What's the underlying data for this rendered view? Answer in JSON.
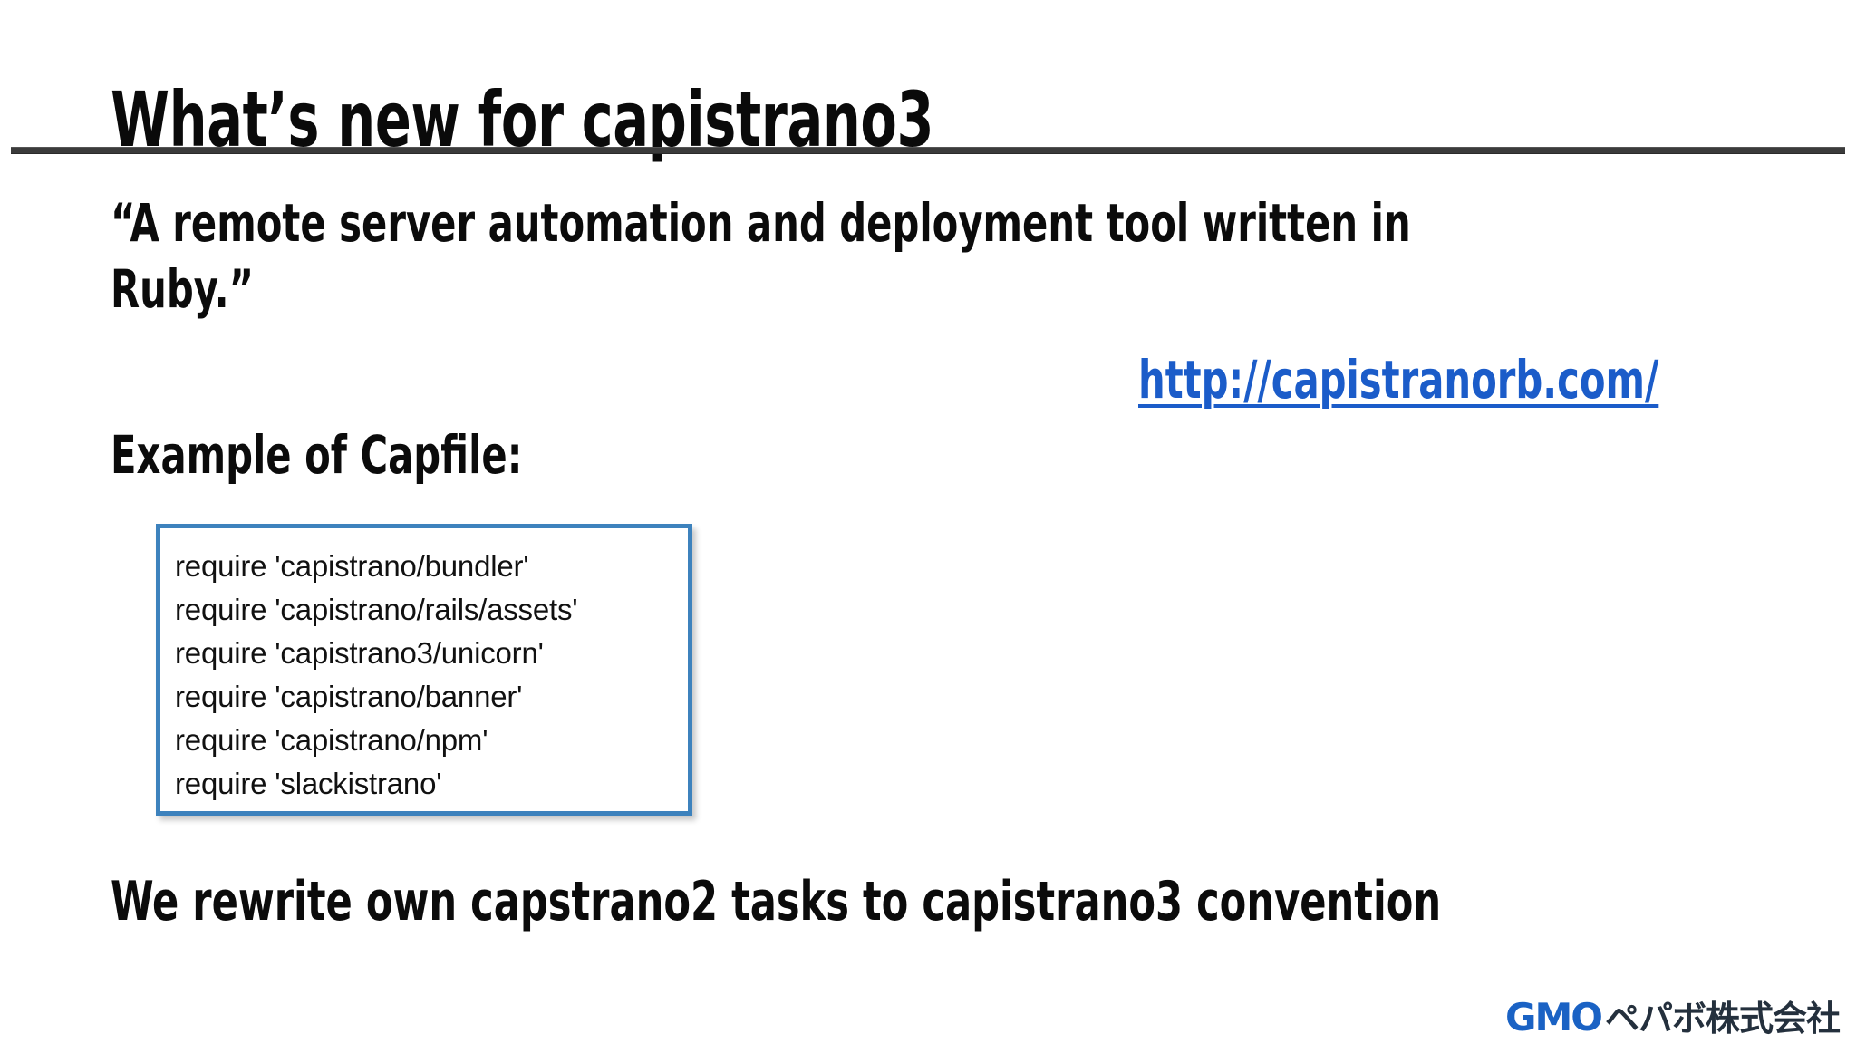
{
  "slide": {
    "title": "What’s new for capistrano3",
    "rule_color": "#3b3b3b",
    "background": "#ffffff",
    "text_color": "#0b0b0b"
  },
  "quote": {
    "line1": "“A remote server automation and deployment tool written in",
    "line2": "Ruby.”"
  },
  "link": {
    "label": "http://capistranorb.com/",
    "color": "#1b5cc9"
  },
  "example": {
    "label": "Example of Capfile:",
    "box_border_color": "#3d82bd",
    "code_lines": [
      "require 'capistrano/bundler'",
      "require 'capistrano/rails/assets'",
      "require 'capistrano3/unicorn'",
      "require 'capistrano/banner'",
      "require 'capistrano/npm'",
      "require 'slackistrano'"
    ]
  },
  "closing": {
    "text": "We rewrite own capstrano2 tasks to capistrano3 convention"
  },
  "footer": {
    "logo_primary": "GMO",
    "logo_secondary": "ペパボ株式会社",
    "logo_primary_color": "#1a62c4",
    "logo_secondary_color": "#24303d"
  }
}
